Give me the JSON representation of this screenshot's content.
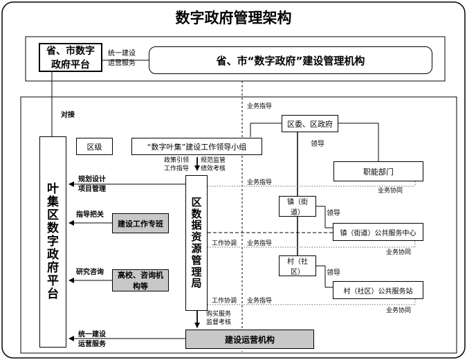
{
  "title": "数字政府管理架构",
  "top": {
    "platform_line1": "省、市数字",
    "platform_line2": "政府平台",
    "unify_line1": "统一建设",
    "unify_line2": "运营服务",
    "agency": "省、市“数字政府”建设管理机构"
  },
  "labels": {
    "dock": "对接",
    "district_level": "区级",
    "leading_group": "“数字叶集”建设工作领导小组",
    "policy_line1": "政策引领",
    "policy_line2": "工作指导",
    "regulate_line1": "规范监管",
    "regulate_line2": "绩效考核",
    "planning_line1": "规划设计",
    "planning_line2": "项目管理",
    "guidance": "指导把关",
    "research": "研究咨询",
    "special_task_force": "建设工作专班",
    "universities_line1": "高校、咨询机",
    "universities_line2": "构等",
    "purchase_line1": "购买服务",
    "purchase_line2": "监督考核",
    "bottom_unify_line1": "统一建设",
    "bottom_unify_line2": "运营服务",
    "operator": "建设运营机构",
    "business_guidance_top": "业务指导",
    "district_committee": "区委、区政府",
    "lead_1": "领导",
    "functional_depts": "职能部门",
    "business_guidance_mid": "业务指导",
    "business_coop_1": "业务协同",
    "town_line1": "镇（街",
    "town_line2": "道）",
    "lead_2": "领导",
    "town_center": "镇（街道）公共服务中心",
    "work_coord_1": "工作协调",
    "business_guidance_town": "业务指导",
    "business_coop_2": "业务协同",
    "village_line1": "村（社",
    "village_line2": "区）",
    "lead_3": "领导",
    "village_station": "村（社区）公共服务站",
    "work_coord_2": "工作协调",
    "business_guidance_village": "业务指导",
    "business_coop_3": "业务协同"
  },
  "left_platform_chars": [
    "叶",
    "集",
    "区",
    "数",
    "字",
    "政",
    "府",
    "平",
    "台"
  ],
  "bureau_chars": [
    "区",
    "数",
    "据",
    "资",
    "源",
    "管",
    "理",
    "局"
  ]
}
